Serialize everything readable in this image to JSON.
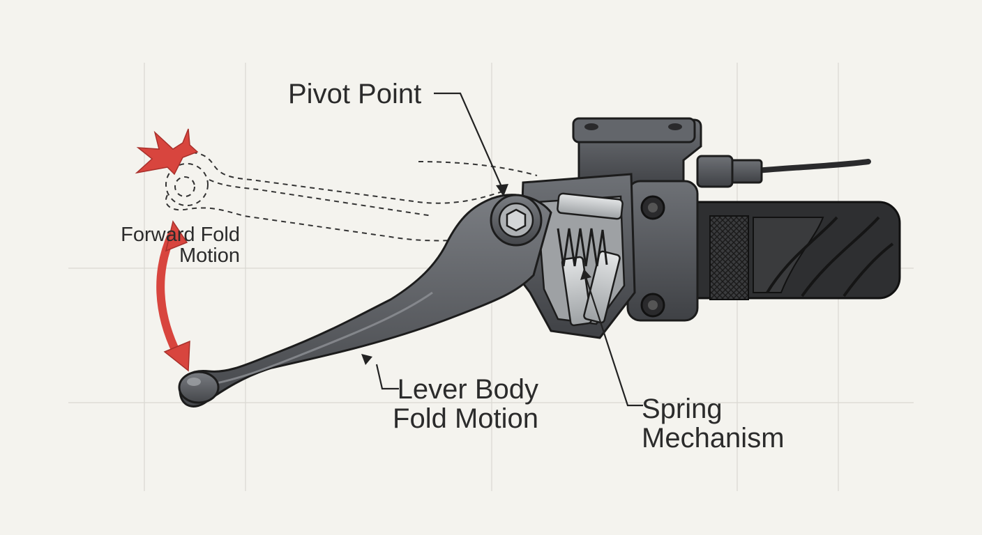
{
  "labels": {
    "pivot_point": "Pivot Point",
    "forward_fold_line1": "Forward Fold",
    "forward_fold_line2": "Motion",
    "lever_body_line1": "Lever Body",
    "lever_body_line2": "Fold Motion",
    "spring_line1": "Spring",
    "spring_line2": "Mechanism"
  },
  "colors": {
    "background": "#f4f3ee",
    "grid": "#d9d8d2",
    "lever": "#5b5d61",
    "metal": "#b8bbbd",
    "outline": "#1c1c1c",
    "accent_red": "#d8453e",
    "grip": "#2e2f31"
  }
}
